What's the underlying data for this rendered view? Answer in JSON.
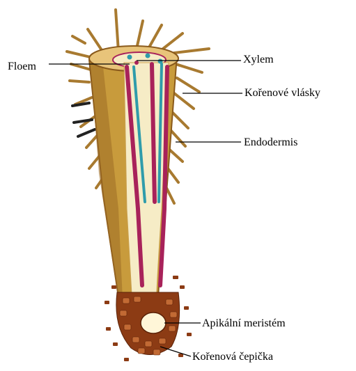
{
  "labels": {
    "floem": "Floem",
    "xylem": "Xylem",
    "root_hairs": "Kořenové vlásky",
    "endodermis": "Endodermis",
    "apical_meristem": "Apikální meristém",
    "root_cap": "Kořenová  čepička"
  },
  "colors": {
    "cortex": "#c89b3c",
    "cortex_dark": "#8a5a1c",
    "hair": "#a87a30",
    "stele": "#f6ecc6",
    "phloem": "#a8225a",
    "xylem": "#2f9cab",
    "cap": "#8c3b14",
    "cap_light": "#c26a34",
    "line": "#000000"
  }
}
